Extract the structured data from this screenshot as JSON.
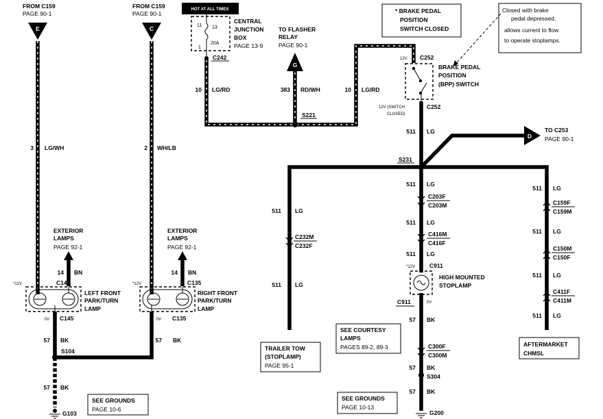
{
  "left_feed": {
    "from": "FROM C159",
    "page": "PAGE 90-1",
    "letter": "E",
    "circuit": "3",
    "color": "LG/WH"
  },
  "right_feed": {
    "from": "FROM C159",
    "page": "PAGE 90-1",
    "letter": "C",
    "circuit": "2",
    "color": "WH/LB"
  },
  "ext_lamps_left": {
    "title": "EXTERIOR",
    "title2": "LAMPS",
    "page": "PAGE 92-1",
    "circuit": "14",
    "color": "BN"
  },
  "ext_lamps_right": {
    "title": "EXTERIOR",
    "title2": "LAMPS",
    "page": "PAGE 92-1",
    "circuit": "14",
    "color": "BN"
  },
  "left_lamp": {
    "volt_top": "*12V",
    "conn_top": "C145",
    "name1": "LEFT FRONT",
    "name2": "PARK/TURN",
    "name3": "LAMP",
    "volt_bot": "0V",
    "conn_bot": "C145",
    "circuit": "57",
    "color": "BK"
  },
  "right_lamp": {
    "volt_top": "*12V",
    "conn_top": "C135",
    "name1": "RIGHT FRONT",
    "name2": "PARK/TURN",
    "name3": "LAMP",
    "volt_bot": "0V",
    "conn_bot": "C135",
    "circuit": "57",
    "color": "BK"
  },
  "ground_left": {
    "splice": "S104",
    "circuit": "57",
    "color": "BK",
    "ground": "G103",
    "see": "SEE GROUNDS",
    "page": "PAGE 10-6"
  },
  "hot_label": "HOT AT ALL TIMES",
  "junction": {
    "fuse_a": "11",
    "fuse_b": "13",
    "rating": "20A",
    "pin": "1",
    "title1": "CENTRAL",
    "title2": "JUNCTION",
    "title3": "BOX",
    "page": "PAGE 13-9",
    "conn": "C242",
    "circuit": "10",
    "color": "LG/RD"
  },
  "flasher": {
    "title1": "TO FLASHER",
    "title2": "RELAY",
    "page": "PAGE 90-1",
    "letter": "G",
    "circuit": "383",
    "color": "RD/WH",
    "splice": "S221"
  },
  "bpp_feed": {
    "circuit": "10",
    "color": "LG/RD"
  },
  "bpp_note": {
    "line1": "* BRAKE PEDAL",
    "line2": "POSITION",
    "line3": "SWITCH CLOSED"
  },
  "callout": {
    "line1": "Closed with brake",
    "line2": "pedal depressed,",
    "line3": "allows current to flow",
    "line4": "to operate stoplamps."
  },
  "bpp_switch": {
    "volt_top": "12V",
    "conn_top": "C252",
    "name1": "BRAKE PEDAL",
    "name2": "POSITION",
    "name3": "(BPP) SWITCH",
    "volt_bot1": "12V (SWITCH",
    "volt_bot2": "CLOSED)",
    "conn_bot": "C252",
    "circuit": "511",
    "color": "LG"
  },
  "to_c253": {
    "letter": "D",
    "title": "TO C253",
    "page": "PAGE 90-1"
  },
  "splice_s231": "S231",
  "trailer": {
    "circuit_a": "511",
    "color_a": "LG",
    "conn1": "C232M",
    "conn2": "C232F",
    "circuit_b": "511",
    "color_b": "LG",
    "box1": "TRAILER TOW",
    "box2": "(STOPLAMP)",
    "page": "PAGE 95-1"
  },
  "center": {
    "c1": "511",
    "col1": "LG",
    "conn1a": "C203F",
    "conn1b": "C203M",
    "c2": "511",
    "col2": "LG",
    "conn2a": "C416M",
    "conn2b": "C416F",
    "c3": "511",
    "col3": "LG",
    "volt": "*12V",
    "conn3": "C911",
    "lamp1": "HIGH MOUNTED",
    "lamp2": "STOPLAMP",
    "volt_bot": "0V",
    "conn4": "C911",
    "c4": "57",
    "col4": "BK",
    "conn5a": "C300F",
    "conn5b": "C300M",
    "splice": "S304",
    "c5": "57",
    "col5": "BK",
    "c6": "57",
    "col6": "BK",
    "ground": "G200"
  },
  "courtesy": {
    "line1": "SEE COURTESY",
    "line2": "LAMPS",
    "page": "PAGES 89-2, 89-3"
  },
  "grounds_center": {
    "line1": "SEE GROUNDS",
    "page": "PAGE 10-13"
  },
  "chmsl": {
    "c1": "511",
    "col1": "LG",
    "conn1a": "C159F",
    "conn1b": "C159M",
    "c2": "511",
    "col2": "LG",
    "conn2a": "C150M",
    "conn2b": "C150F",
    "c3": "511",
    "col3": "LG",
    "conn3a": "C411F",
    "conn3b": "C411M",
    "c4": "511",
    "col4": "LG",
    "box1": "AFTERMARKET",
    "box2": "CHMSL"
  }
}
